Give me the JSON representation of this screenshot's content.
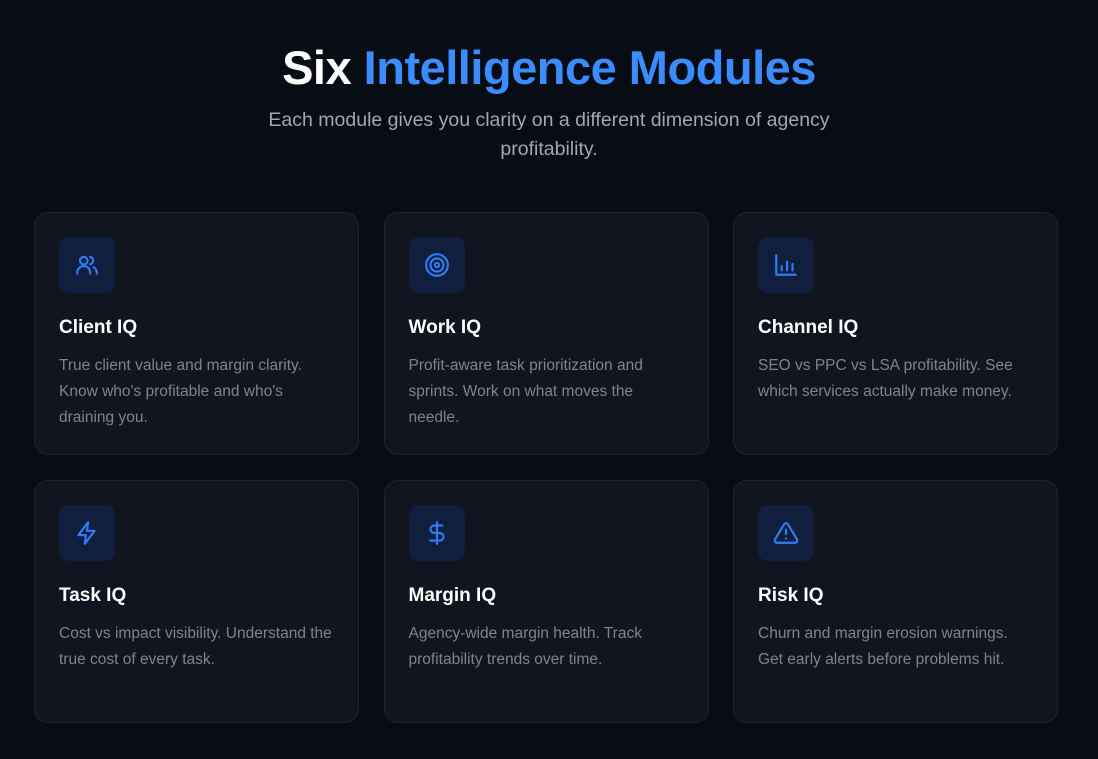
{
  "header": {
    "title_plain": "Six",
    "title_accent": "Intelligence Modules",
    "subtitle": "Each module gives you clarity on a different dimension of agency profitability."
  },
  "colors": {
    "accent": "#3b8dff",
    "background": "#080c15",
    "card": "#11151f"
  },
  "modules": [
    {
      "icon": "users-icon",
      "title": "Client IQ",
      "description": "True client value and margin clarity. Know who's profitable and who's draining you."
    },
    {
      "icon": "target-icon",
      "title": "Work IQ",
      "description": "Profit-aware task prioritization and sprints. Work on what moves the needle."
    },
    {
      "icon": "bar-chart-icon",
      "title": "Channel IQ",
      "description": "SEO vs PPC vs LSA profitability. See which services actually make money."
    },
    {
      "icon": "lightning-icon",
      "title": "Task IQ",
      "description": "Cost vs impact visibility. Understand the true cost of every task."
    },
    {
      "icon": "dollar-icon",
      "title": "Margin IQ",
      "description": "Agency-wide margin health. Track profitability trends over time."
    },
    {
      "icon": "warning-icon",
      "title": "Risk IQ",
      "description": "Churn and margin erosion warnings. Get early alerts before problems hit."
    }
  ]
}
